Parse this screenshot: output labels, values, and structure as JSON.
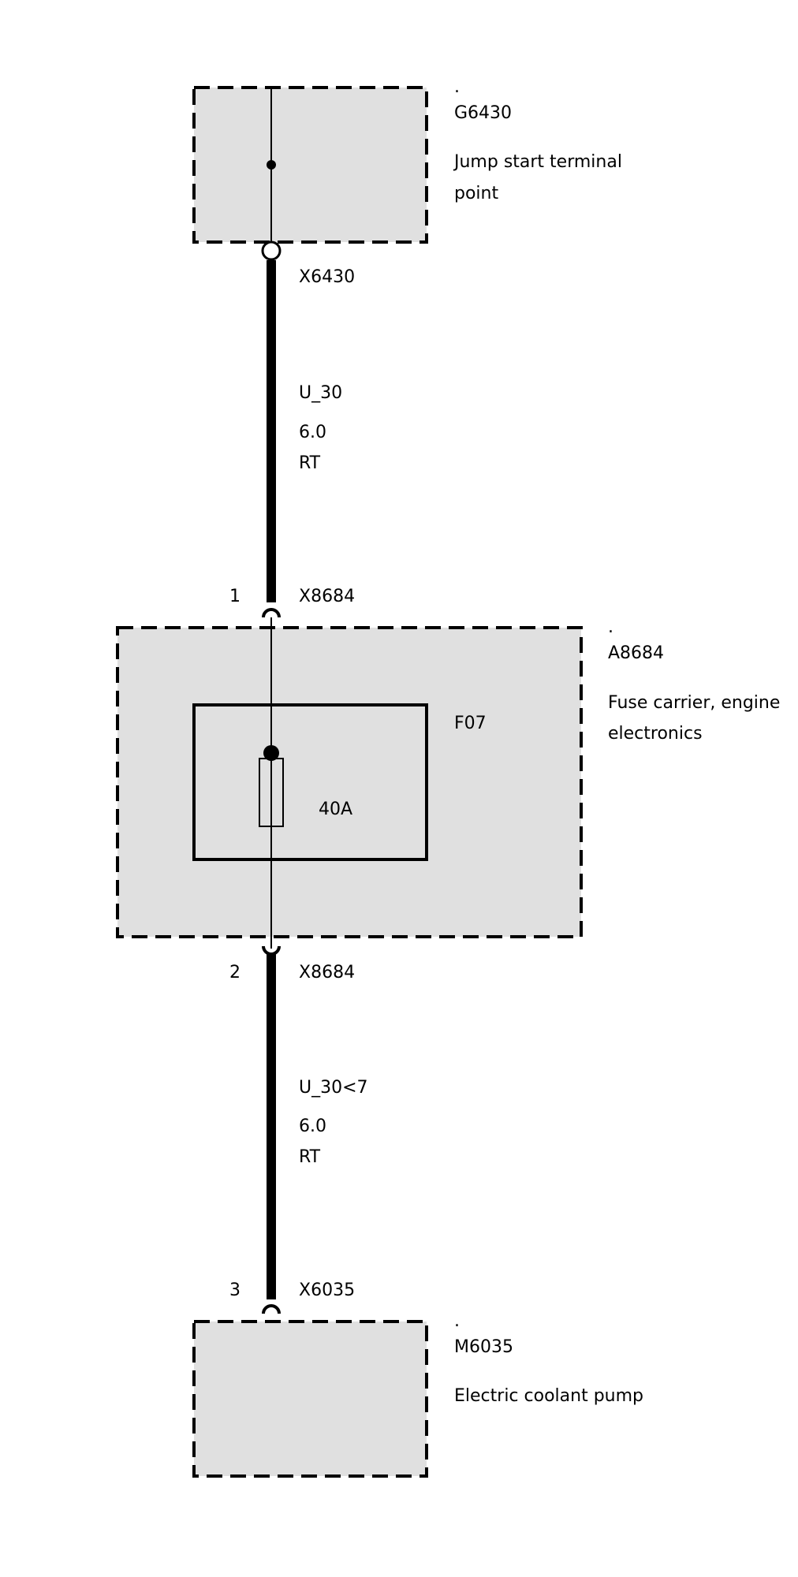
{
  "components": {
    "g6430": {
      "dot": ".",
      "id": "G6430",
      "desc_line1": "Jump start terminal",
      "desc_line2": "point"
    },
    "a8684": {
      "dot": ".",
      "id": "A8684",
      "desc_line1": "Fuse carrier, engine",
      "desc_line2": "electronics"
    },
    "m6035": {
      "dot": ".",
      "id": "M6035",
      "desc": "Electric coolant pump"
    }
  },
  "fuse": {
    "id": "F07",
    "rating": "40A"
  },
  "connectors": {
    "x6430": {
      "id": "X6430"
    },
    "x8684_1": {
      "pin": "1",
      "id": "X8684"
    },
    "x8684_2": {
      "pin": "2",
      "id": "X8684"
    },
    "x6035": {
      "pin": "3",
      "id": "X6035"
    }
  },
  "wires": {
    "upper": {
      "signal": "U_30",
      "cross_section": "6.0",
      "color": "RT"
    },
    "lower": {
      "signal": "U_30<7",
      "cross_section": "6.0",
      "color": "RT"
    }
  },
  "colors": {
    "box_fill": "#e0e0e0",
    "line": "#000000"
  }
}
